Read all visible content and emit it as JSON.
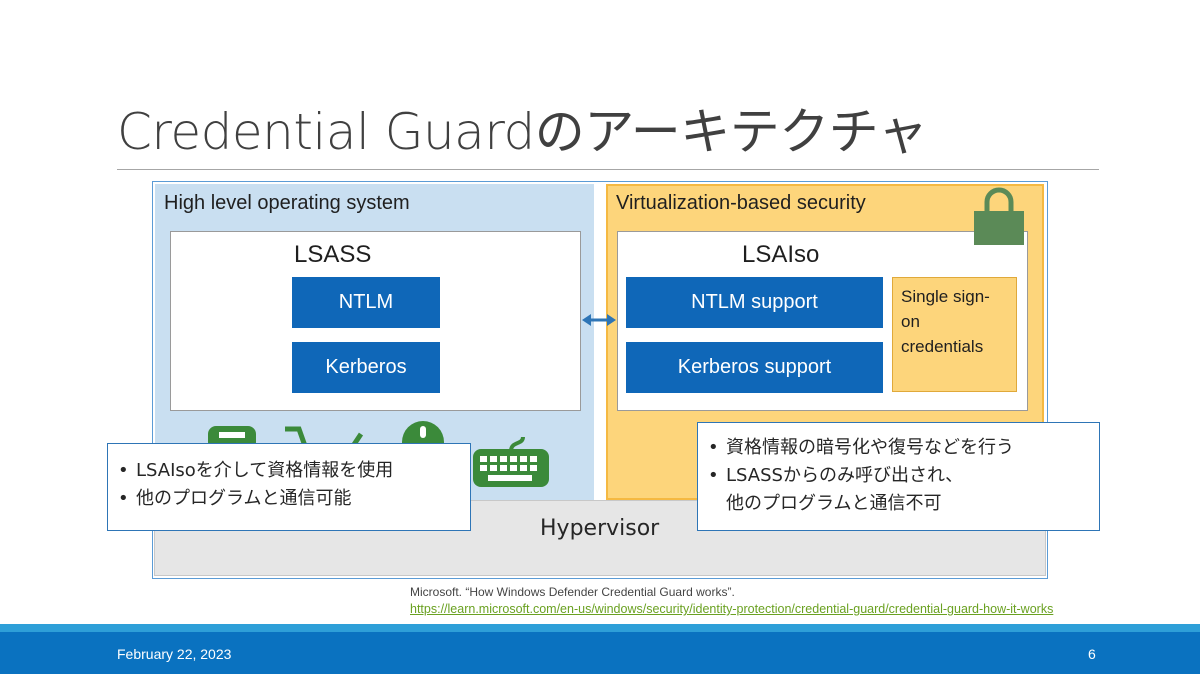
{
  "slide": {
    "title": "Credential Guardのアーキテクチャ",
    "page_number": "6",
    "date": "February 22, 2023"
  },
  "diagram": {
    "hlos": {
      "label": "High level operating system",
      "process_label": "LSASS",
      "components": [
        "NTLM",
        "Kerberos"
      ]
    },
    "vbs": {
      "label": "Virtualization-based security",
      "process_label": "LSAIso",
      "components": [
        "NTLM support",
        "Kerberos support"
      ],
      "sso_lines": [
        "Single sign-",
        "on",
        "credentials"
      ]
    },
    "hypervisor_label": "Hypervisor",
    "icons": [
      "printer-icon",
      "shopping-cart-icon",
      "mouse-icon",
      "keyboard-icon",
      "padlock-icon",
      "bidirectional-arrow-icon"
    ],
    "colors": {
      "hlos_bg": "#c9dff1",
      "vbs_bg": "#fdd57b",
      "component_blue": "#0f67b8",
      "icon_green": "#3b8a3a",
      "lock_green": "#5b8a57"
    }
  },
  "callouts": {
    "left": [
      "LSAIsoを介して資格情報を使用",
      "他のプログラムと通信可能"
    ],
    "right": [
      "資格情報の暗号化や復号などを行う",
      "LSASSからのみ呼び出され、",
      "他のプログラムと通信不可"
    ]
  },
  "source": {
    "citation": "Microsoft. “How Windows Defender Credential Guard works”.",
    "url": "https://learn.microsoft.com/en-us/windows/security/identity-protection/credential-guard/credential-guard-how-it-works"
  }
}
